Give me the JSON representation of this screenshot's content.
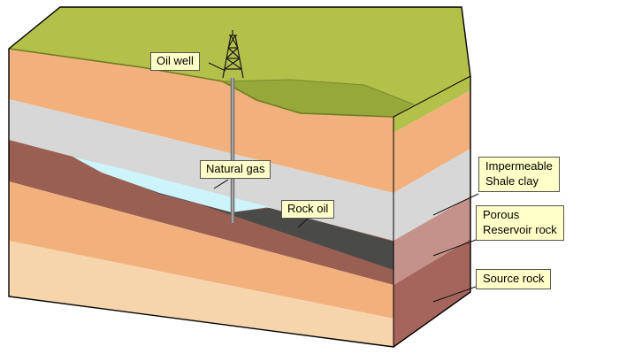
{
  "diagram": {
    "kind": "geological-cross-section-block",
    "callouts": {
      "oil_well": "Oil well",
      "natural_gas": "Natural gas",
      "rock_oil": "Rock oil"
    },
    "layer_labels": {
      "impermeable_shale": {
        "line1": "Impermeable",
        "line2": "Shale clay"
      },
      "porous_reservoir": {
        "line1": "Porous",
        "line2": "Reservoir rock"
      },
      "source_rock": {
        "line1": "Source rock"
      }
    },
    "colors": {
      "surface_green": "#b3c14b",
      "surface_green_dark": "#97a83a",
      "sandstone_orange": "#f1b07c",
      "sandstone_light": "#f7d5ac",
      "shale_gray": "#d7d7d7",
      "reservoir_brown": "#9a5f53",
      "reservoir_pink": "#c4928b",
      "source_rock_brown": "#a5655c",
      "natural_gas_cyan": "#cdf3fb",
      "rock_oil_dark": "#4a4a48",
      "callout_bg": "#ffffc8",
      "callout_border": "#555555"
    }
  }
}
